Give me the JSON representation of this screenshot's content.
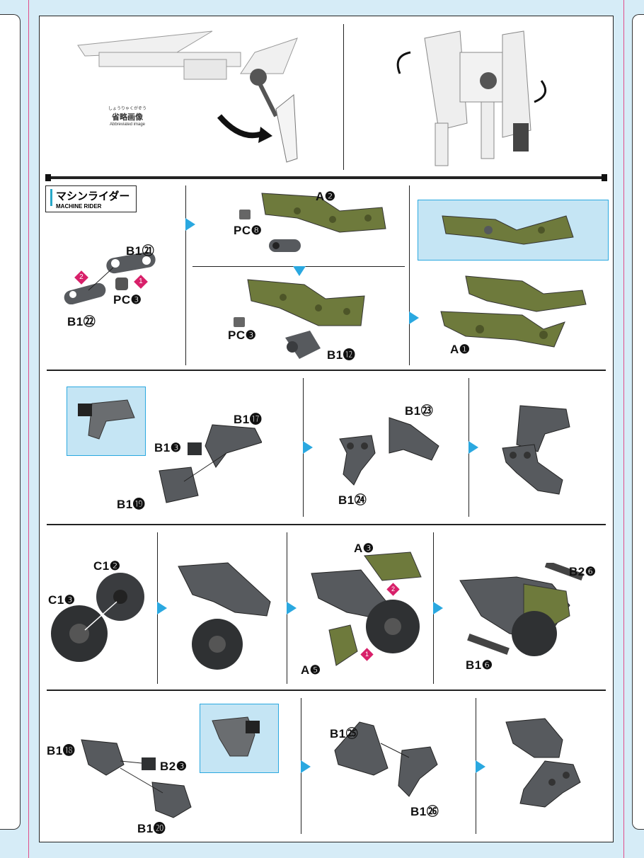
{
  "section": {
    "title_jp": "マシンライダー",
    "title_en": "MACHINE RIDER"
  },
  "abbrev": {
    "ruby": "しょうりゃくがぞう",
    "jp": "省略画像",
    "en": "Abbreviated image"
  },
  "labels": {
    "b1_21": "B1㉑",
    "b1_22": "B1㉒",
    "pc3_a": "PC❸",
    "a2": "A❷",
    "pc8": "PC❽",
    "pc3_b": "PC❸",
    "b1_12": "B1⓬",
    "a1": "A❶",
    "b1_17": "B1⓱",
    "b1_3": "B1❸",
    "b1_19": "B1⓳",
    "b1_23": "B1㉓",
    "b1_24": "B1㉔",
    "c1_2": "C1❷",
    "c1_3": "C1❸",
    "a3": "A❸",
    "a5": "A❺",
    "b2_6": "B2❻",
    "b1_6": "B1❻",
    "b1_18": "B1⓲",
    "b2_3": "B2❸",
    "b1_20": "B1⓴",
    "b1_25": "B1㉕",
    "b1_26": "B1㉖"
  },
  "order_marks": [
    "1",
    "2"
  ],
  "colors": {
    "olive": "#6e7a3c",
    "dark_grey": "#55585c",
    "accent_blue": "#2aa8e0",
    "step_pink": "#d8206a",
    "bg": "#d6ecf7"
  }
}
